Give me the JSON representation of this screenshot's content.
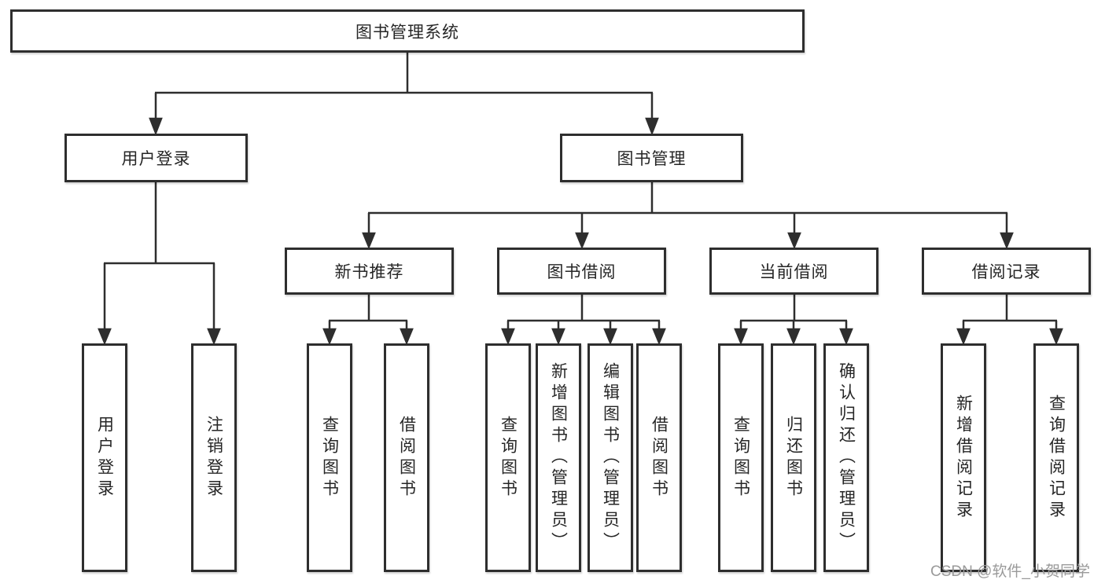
{
  "diagram": {
    "root": {
      "label": "图书管理系统"
    },
    "level2": [
      {
        "label": "用户登录"
      },
      {
        "label": "图书管理"
      }
    ],
    "level3": [
      {
        "label": "新书推荐"
      },
      {
        "label": "图书借阅"
      },
      {
        "label": "当前借阅"
      },
      {
        "label": "借阅记录"
      }
    ],
    "leaves": [
      {
        "label": "用户登录"
      },
      {
        "label": "注销登录"
      },
      {
        "label": "查询图书"
      },
      {
        "label": "借阅图书"
      },
      {
        "label": "查询图书"
      },
      {
        "label": "新增图书（管理员）"
      },
      {
        "label": "编辑图书（管理员）"
      },
      {
        "label": "借阅图书"
      },
      {
        "label": "查询图书"
      },
      {
        "label": "归还图书"
      },
      {
        "label": "确认归还（管理员）"
      },
      {
        "label": "新增借阅记录"
      },
      {
        "label": "查询借阅记录"
      }
    ]
  },
  "watermark": {
    "text": "CSDN @软件_小贺同学"
  },
  "colors": {
    "line": "#2e2e2e",
    "text": "#262626",
    "watermark": "#9a9a9a",
    "background": "#ffffff"
  }
}
